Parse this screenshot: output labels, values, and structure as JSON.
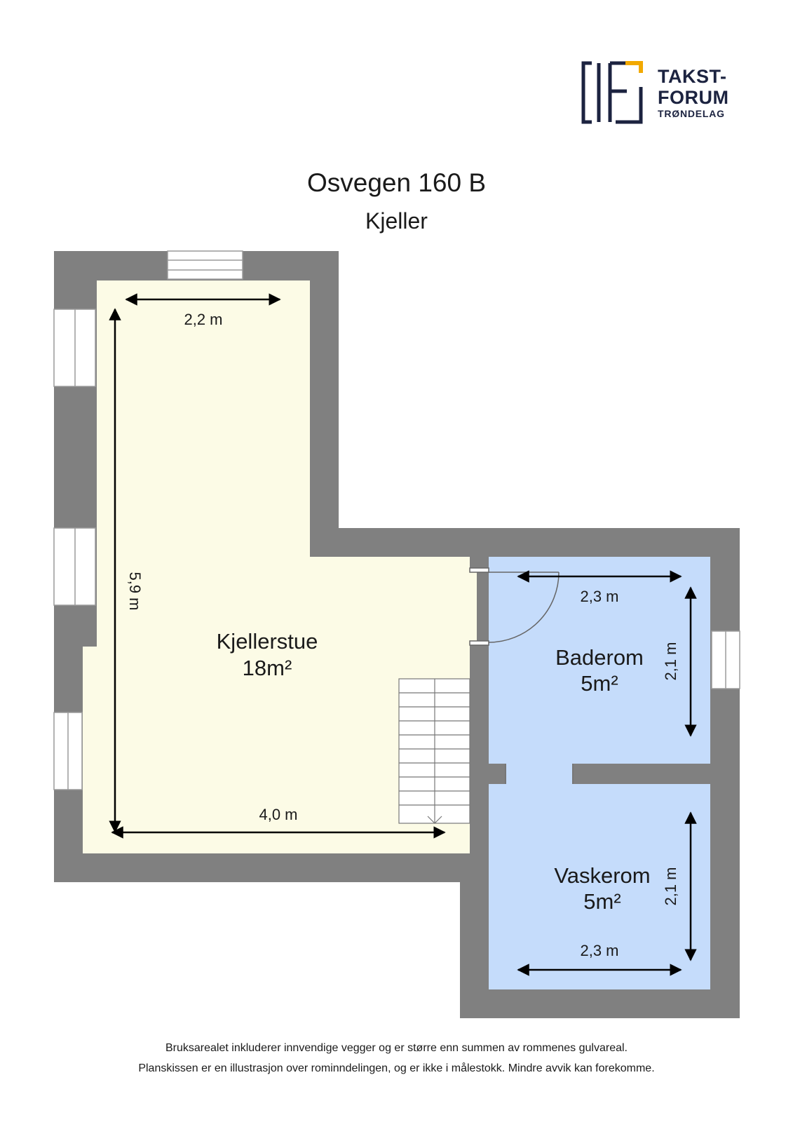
{
  "logo": {
    "line1": "TAKST-",
    "line2": "FORUM",
    "line3": "TRØNDELAG",
    "colors": {
      "navy": "#1c2340",
      "accent": "#f2a900"
    }
  },
  "title": "Osvegen 160 B",
  "subtitle": "Kjeller",
  "rooms": {
    "kjellerstue": {
      "name": "Kjellerstue",
      "area": "18m²"
    },
    "baderom": {
      "name": "Baderom",
      "area": "5m²"
    },
    "vaskerom": {
      "name": "Vaskerom",
      "area": "5m²"
    }
  },
  "dimensions": {
    "kjellerstue_top_width": "2,2 m",
    "kjellerstue_height": "5,9 m",
    "kjellerstue_bottom_width": "4,0 m",
    "baderom_width": "2,3 m",
    "baderom_height": "2,1 m",
    "vaskerom_height": "2,1 m",
    "vaskerom_width": "2,3 m"
  },
  "colors": {
    "wall": "#808080",
    "kjellerstue_floor": "#fcfbe6",
    "wet_room_floor": "#c5dcfb",
    "window": "#ffffff"
  },
  "footer": {
    "line1": "Bruksarealet inkluderer innvendige vegger og er større enn summen av rommenes gulvareal.",
    "line2": "Planskissen er en illustrasjon over rominndelingen, og er ikke i målestokk. Mindre avvik kan forekomme."
  }
}
